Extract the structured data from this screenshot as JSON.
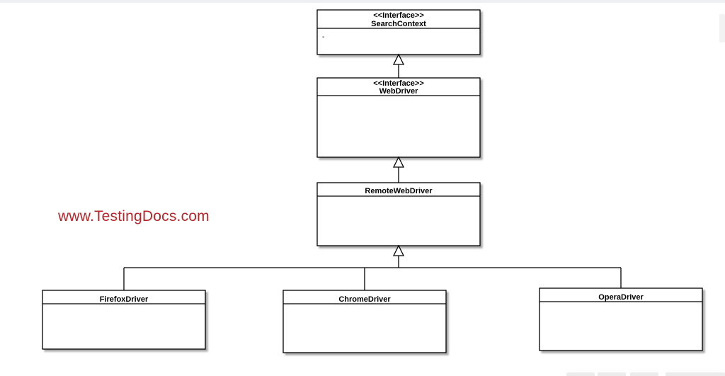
{
  "watermark": "www.TestingDocs.com",
  "classes": {
    "search_context": {
      "stereotype": "<<Interface>>",
      "name": "SearchContext",
      "attribute": "-"
    },
    "web_driver": {
      "stereotype": "<<Interface>>",
      "name": "WebDriver"
    },
    "remote_web_driver": {
      "name": "RemoteWebDriver"
    },
    "firefox_driver": {
      "name": "FirefoxDriver"
    },
    "chrome_driver": {
      "name": "ChromeDriver"
    },
    "opera_driver": {
      "name": "OperaDriver"
    }
  },
  "colors": {
    "watermark": "#b5262b",
    "stroke": "#000000"
  }
}
